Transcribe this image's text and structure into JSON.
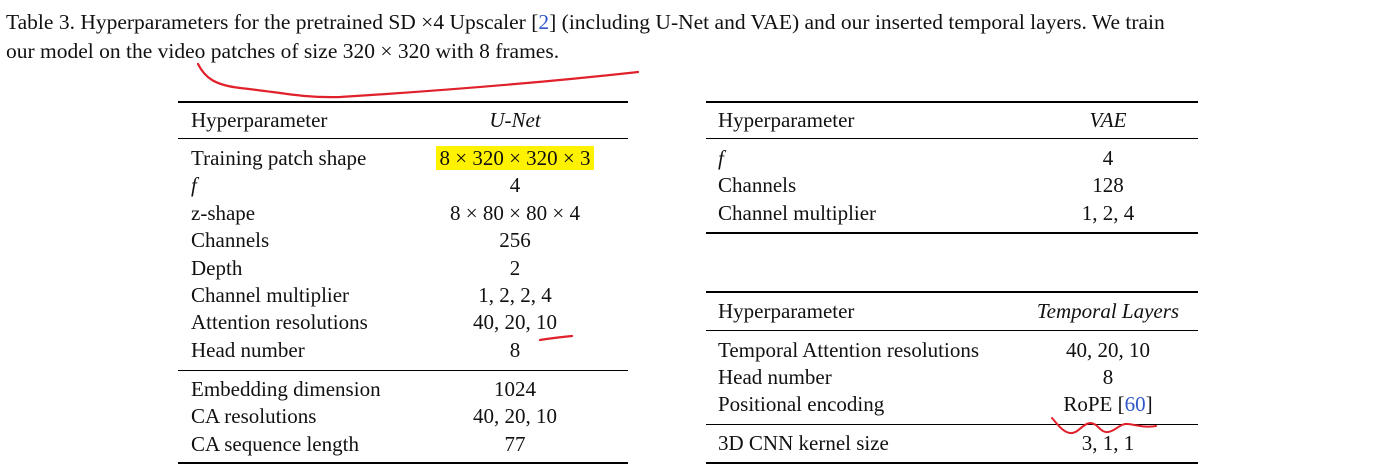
{
  "caption": {
    "prefix": "Table 3. Hyperparameters for the pretrained SD ×4 Upscaler [",
    "ref": "2",
    "suffix_line1": "] (including U-Net and VAE) and our inserted temporal layers. We train",
    "line2": "our model on the video patches of size 320 × 320 with 8 frames."
  },
  "unet_table": {
    "header": [
      "Hyperparameter",
      "U-Net"
    ],
    "rows": [
      [
        "Training patch shape",
        "8 × 320 × 320 × 3"
      ],
      [
        "f",
        "4"
      ],
      [
        "z-shape",
        "8 × 80 × 80 × 4"
      ],
      [
        "Channels",
        "256"
      ],
      [
        "Depth",
        "2"
      ],
      [
        "Channel multiplier",
        "1, 2, 2, 4"
      ],
      [
        "Attention resolutions",
        "40, 20, 10"
      ],
      [
        "Head number",
        "8"
      ]
    ],
    "rows2": [
      [
        "Embedding dimension",
        "1024"
      ],
      [
        "CA resolutions",
        "40, 20, 10"
      ],
      [
        "CA sequence length",
        "77"
      ]
    ]
  },
  "vae_table": {
    "header": [
      "Hyperparameter",
      "VAE"
    ],
    "rows": [
      [
        "f",
        "4"
      ],
      [
        "Channels",
        "128"
      ],
      [
        "Channel multiplier",
        "1, 2, 4"
      ]
    ]
  },
  "temporal_table": {
    "header": [
      "Hyperparameter",
      "Temporal Layers"
    ],
    "rows": [
      [
        "Temporal Attention resolutions",
        "40, 20, 10"
      ],
      [
        "Head number",
        "8"
      ]
    ],
    "pe_label": "Positional encoding",
    "pe_value_text": "RoPE [",
    "pe_ref": "60",
    "pe_value_close": "]",
    "rows2": [
      [
        "3D CNN kernel size",
        "3, 1, 1"
      ]
    ]
  },
  "colors": {
    "highlight": "#fff200",
    "ink_annotation": "#e0202a",
    "link": "#2f57c9"
  }
}
